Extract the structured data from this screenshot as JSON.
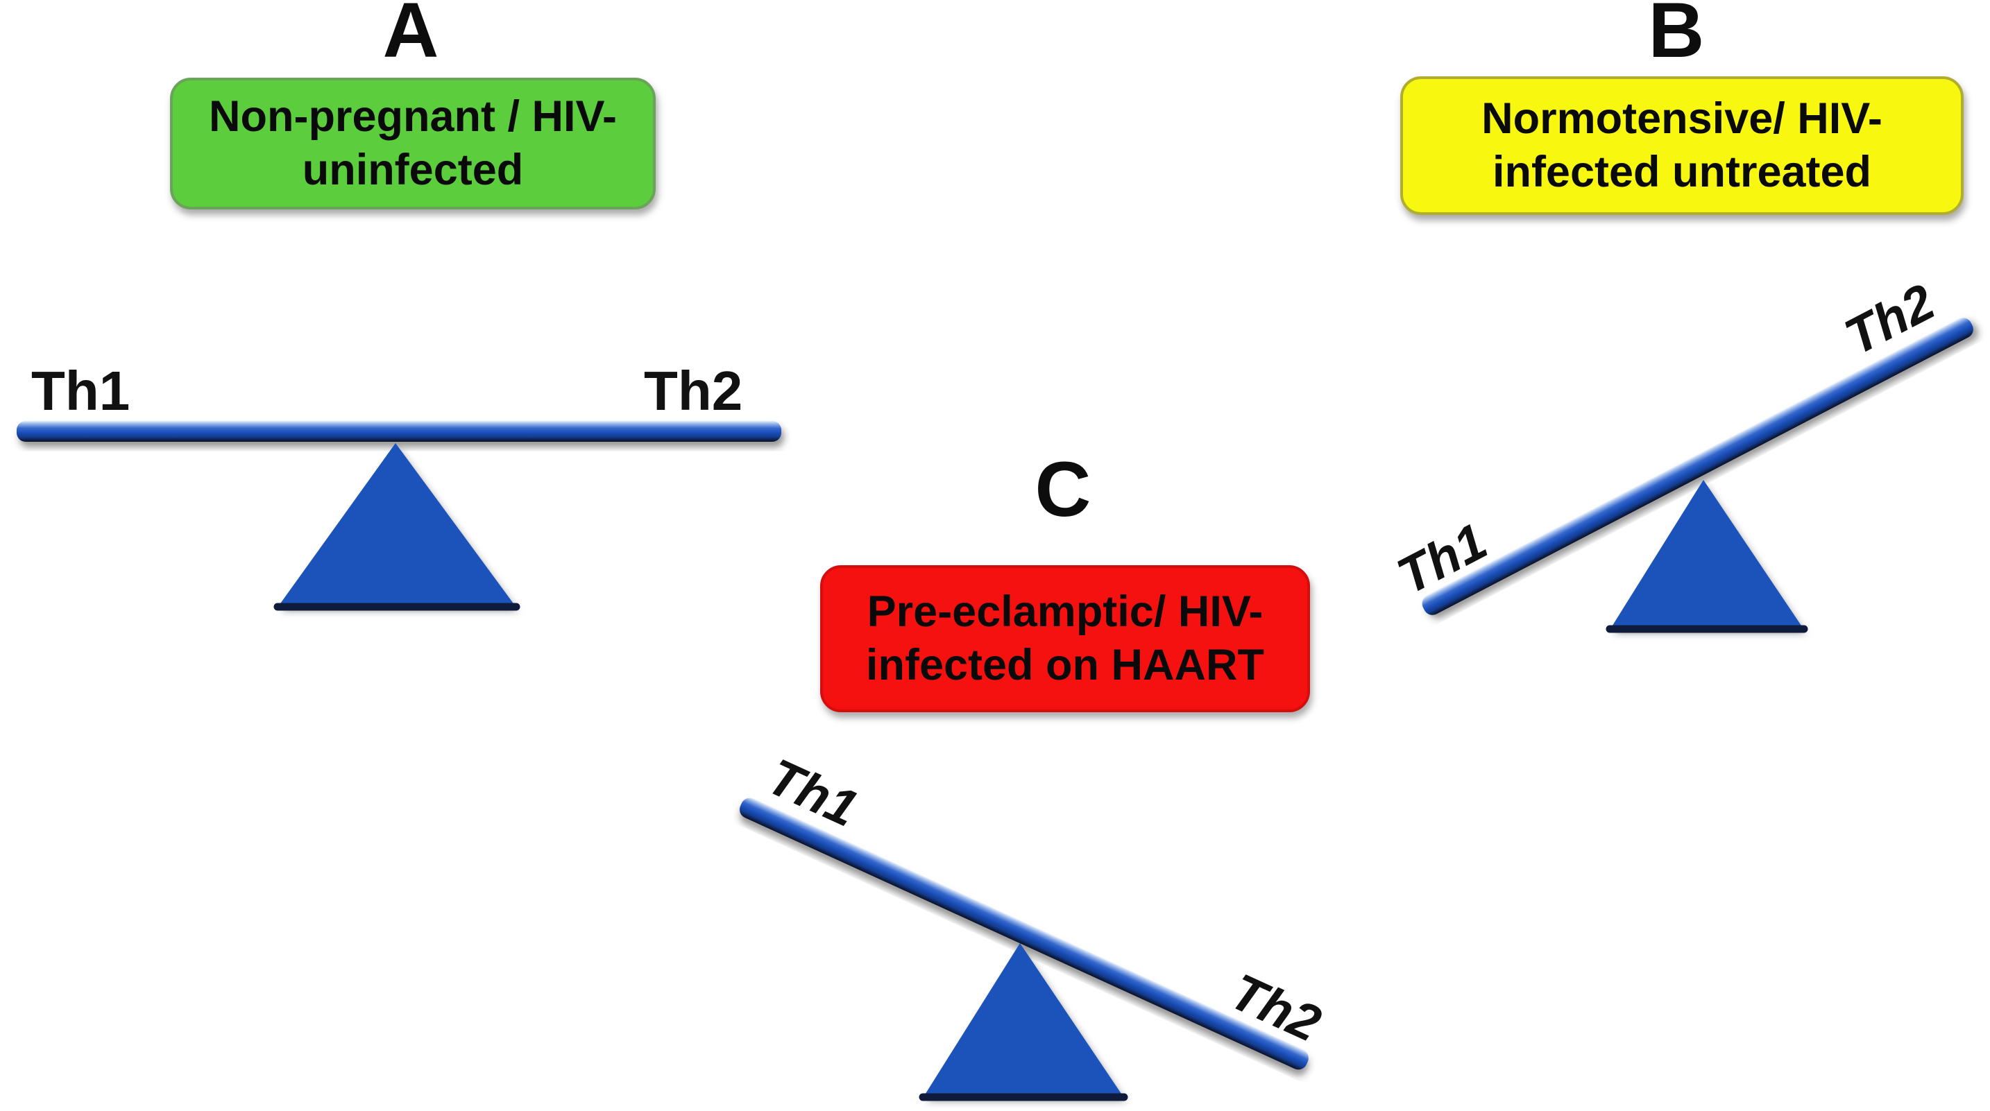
{
  "figure": {
    "title_letters": [
      "A",
      "B",
      "C"
    ],
    "panels": [
      {
        "id": "panel-a",
        "letter": "A",
        "box": {
          "text": "Non-pregnant / HIV-\nuninfected",
          "fill": "#5ccd3d",
          "border": "#69a45a"
        },
        "seesaw": {
          "left_label": "Th1",
          "right_label": "Th2",
          "state": "balanced"
        }
      },
      {
        "id": "panel-b",
        "letter": "B",
        "box": {
          "text": "Normotensive/ HIV-\ninfected untreated",
          "fill": "#f7f70f",
          "border": "#b0ad30"
        },
        "seesaw": {
          "left_label": "Th1",
          "right_label": "Th2",
          "state": "th1-down-th2-up"
        }
      },
      {
        "id": "panel-c",
        "letter": "C",
        "box": {
          "text": "Pre-eclamptic/ HIV-\ninfected on HAART",
          "fill": "#f61111",
          "border": "#d40d0d"
        },
        "seesaw": {
          "left_label": "Th1",
          "right_label": "Th2",
          "state": "th1-up-th2-down"
        }
      }
    ],
    "colors": {
      "beam_blue": "#1b52bb",
      "beam_highlight": "#8fb0e8",
      "beam_dark_edge": "#0e1b3c",
      "triangle_blue": "#1b52bb",
      "background": "#ffffff",
      "text": "#0d0d0d"
    }
  }
}
